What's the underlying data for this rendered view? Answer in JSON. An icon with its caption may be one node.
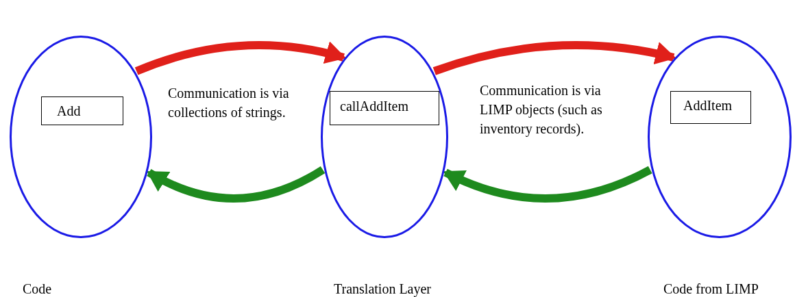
{
  "diagram": {
    "nodes": [
      {
        "text": [],
        "shape": "circle",
        "beside": [
          "Code"
        ]
      },
      {
        "text": [
          "Add"
        ],
        "in": 0
      },
      {
        "text": [],
        "shape": "circle",
        "beside": [
          "Translation Layer"
        ]
      },
      {
        "text": [
          "callAddItem"
        ],
        "in": 2
      },
      {
        "text": [],
        "shape": "circle",
        "beside": [
          "Code from LIMP"
        ]
      },
      {
        "text": [
          "AddItem"
        ],
        "in": 4
      }
    ],
    "edges": [
      {
        "from": 0,
        "to": 2,
        "arrow": "to",
        "color": "#e0201a"
      },
      {
        "from": 2,
        "to": 0,
        "arrow": "to",
        "color": "#1e8a1e"
      },
      {
        "from": 2,
        "to": 4,
        "arrow": "to",
        "color": "#e0201a"
      },
      {
        "from": 4,
        "to": 2,
        "arrow": "to",
        "color": "#1e8a1e"
      }
    ],
    "labels": [
      "Communication is via collections of strings.",
      "Communication is via LIMP objects (such as inventory records)."
    ]
  }
}
